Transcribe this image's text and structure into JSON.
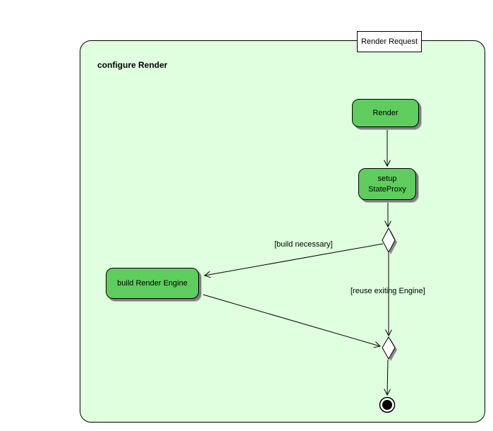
{
  "diagram": {
    "type": "uml-activity-diagram",
    "frame": {
      "title": "configure Render"
    },
    "trigger": {
      "label": "Render Request"
    },
    "nodes": {
      "render": {
        "label": "Render"
      },
      "setup_stateproxy": {
        "line1": "setup",
        "line2": "StateProxy"
      },
      "build_render_engine": {
        "label": "build Render Engine"
      },
      "decision": {
        "shape": "diamond"
      },
      "merge": {
        "shape": "diamond"
      },
      "final": {
        "shape": "final-state-circle"
      }
    },
    "guards": {
      "build_necessary": {
        "label": "[build necessary]"
      },
      "reuse_exiting": {
        "label": "[reuse exiting Engine]"
      }
    },
    "colors": {
      "page_background": "#ffffff",
      "frame_fill": "#dfffdf",
      "action_fill": "#5ecd5e",
      "border": "#000000",
      "shadow": "#7f7f7f"
    }
  }
}
